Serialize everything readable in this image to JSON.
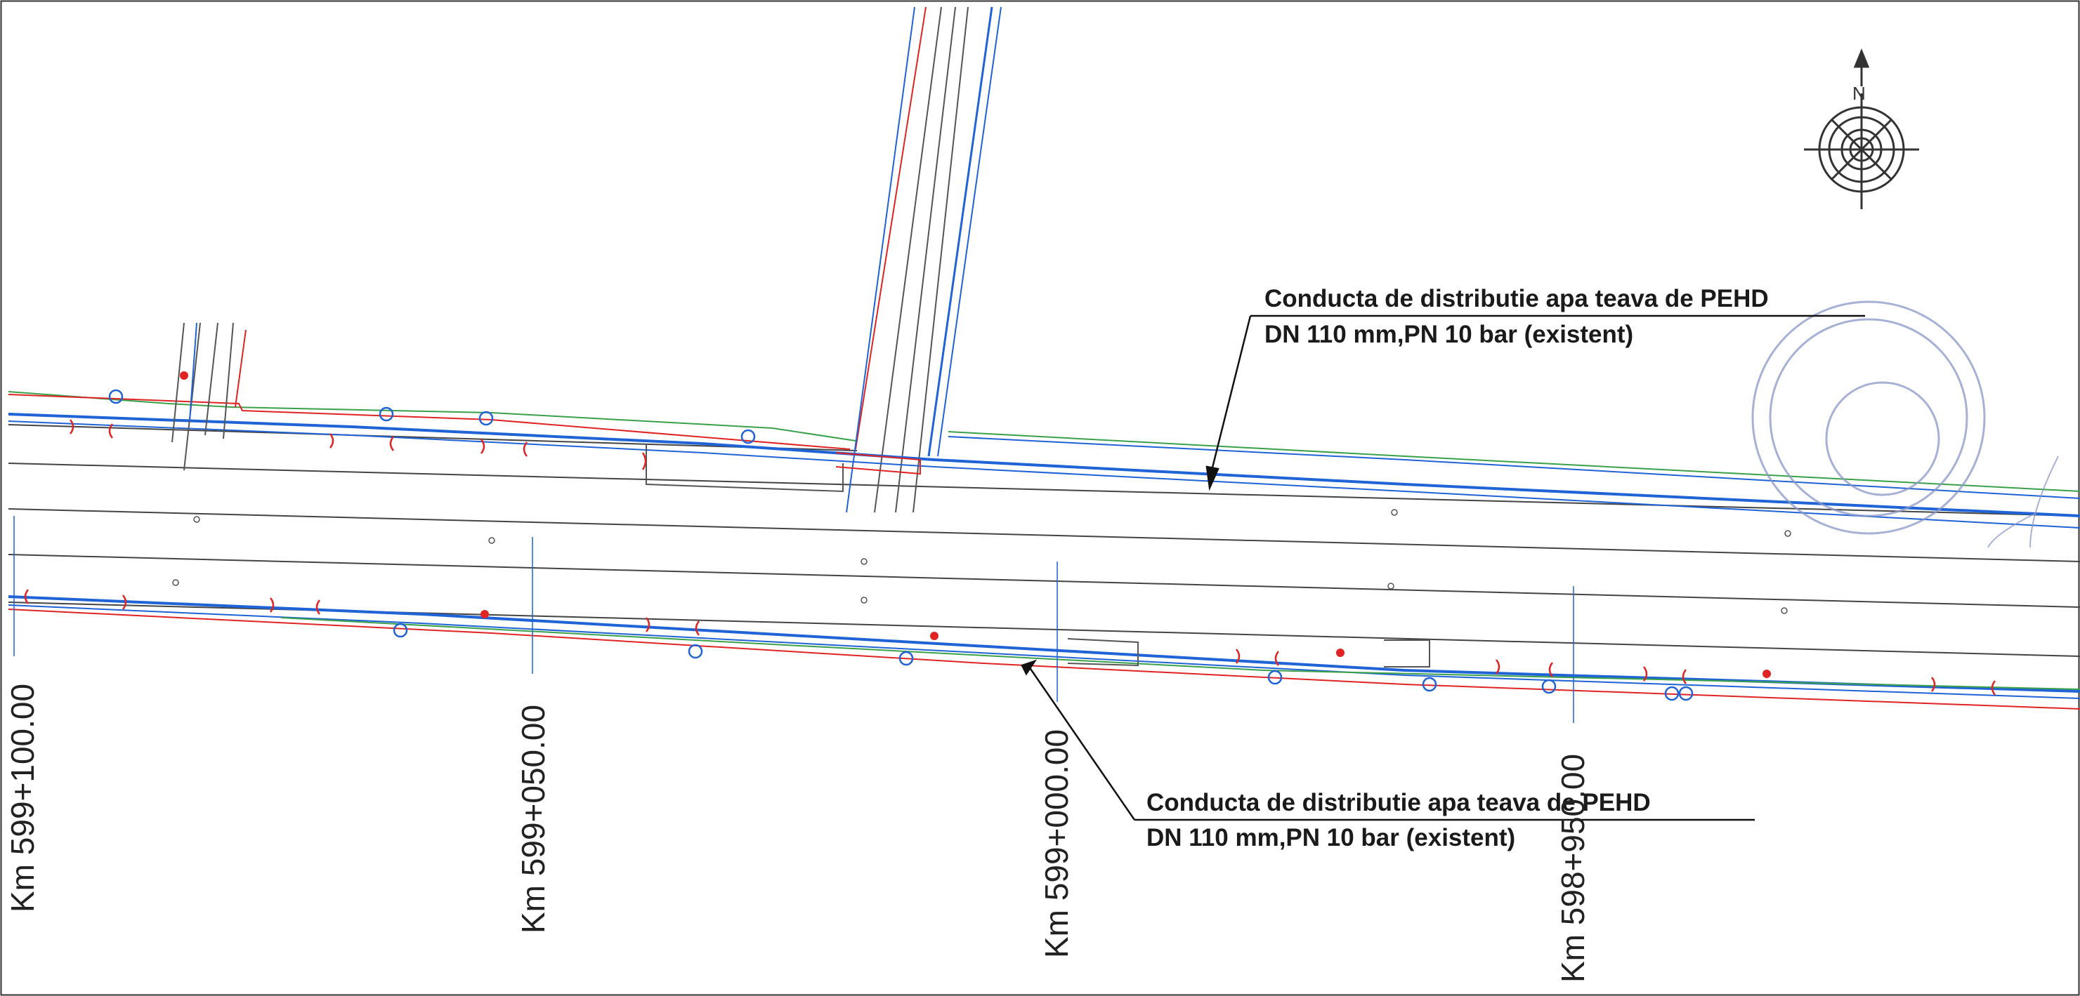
{
  "annotations": {
    "pipe_top": {
      "line1": "Conducta de distributie apa teava de PEHD",
      "line2": "DN 110 mm,PN 10 bar (existent)"
    },
    "pipe_bottom": {
      "line1": "Conducta de distributie apa teava de PEHD",
      "line2": "DN 110 mm,PN 10 bar (existent)"
    }
  },
  "chainage_labels": [
    "Km 599+100.00",
    "Km 599+050.00",
    "Km 599+000.00",
    "Km 598+950.00"
  ],
  "north_arrow": {
    "letter": "N"
  },
  "colors": {
    "water_pipe": "#1f63d6",
    "gas_pipe": "#e02424",
    "green_network": "#3aa04a",
    "road_edge": "#444444",
    "stamp": "#8a98c8"
  },
  "icons": [
    "north-arrow-compass-icon",
    "hydrant-icon",
    "valve-icon",
    "official-stamp-icon"
  ]
}
